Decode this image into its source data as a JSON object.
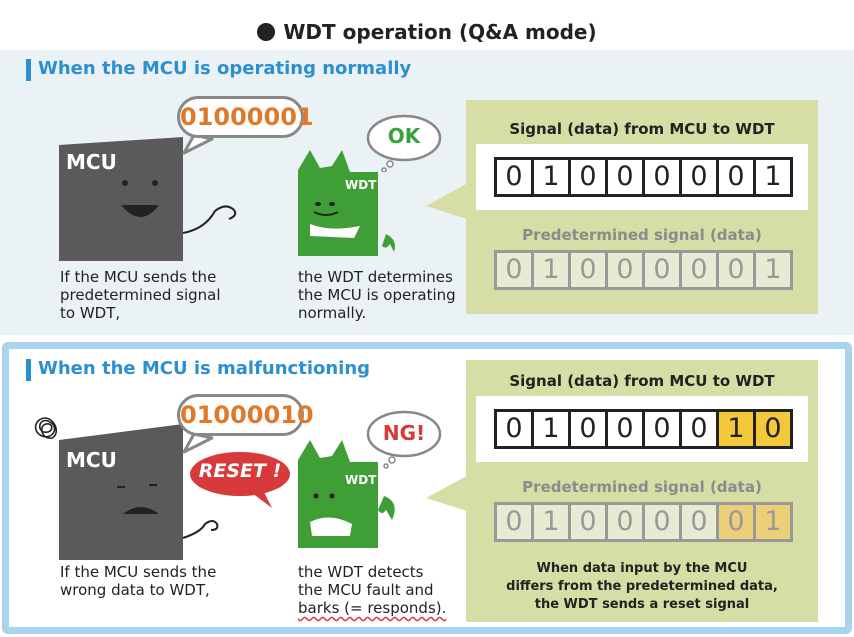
{
  "title": "WDT operation (Q&A mode)",
  "normal": {
    "heading": "When the MCU is operating normally",
    "mcu_label": "MCU",
    "mcu_bubble": "01000001",
    "wdt_label": "WDT",
    "wdt_bubble": "OK",
    "mcu_text": [
      "If the MCU sends the",
      "predetermined signal",
      "to WDT,"
    ],
    "wdt_text": [
      "the WDT determines",
      "the MCU is operating",
      "normally."
    ],
    "signal_title": "Signal (data) from MCU to WDT",
    "signal_digits": [
      "0",
      "1",
      "0",
      "0",
      "0",
      "0",
      "0",
      "1"
    ],
    "predetermined_title": "Predetermined signal (data)",
    "predetermined_digits": [
      "0",
      "1",
      "0",
      "0",
      "0",
      "0",
      "0",
      "1"
    ]
  },
  "malfunction": {
    "heading": "When the MCU is malfunctioning",
    "mcu_label": "MCU",
    "mcu_bubble": "01000010",
    "reset_bubble": "RESET !",
    "wdt_label": "WDT",
    "wdt_bubble": "NG!",
    "mcu_text": [
      "If the MCU sends the",
      "wrong data to WDT,"
    ],
    "wdt_text": [
      "the WDT detects",
      "the MCU fault and",
      "barks (= responds)."
    ],
    "signal_title": "Signal (data) from MCU to WDT",
    "signal_digits": [
      "0",
      "1",
      "0",
      "0",
      "0",
      "0",
      "1",
      "0"
    ],
    "predetermined_title": "Predetermined signal (data)",
    "predetermined_digits": [
      "0",
      "1",
      "0",
      "0",
      "0",
      "0",
      "0",
      "1"
    ],
    "highlight_indices": [
      6,
      7
    ],
    "note": [
      "When data input by the MCU",
      "differs from the predetermined data,",
      "the WDT sends a reset signal"
    ]
  },
  "colors": {
    "accent_blue": "#2c8fd0",
    "mcu_gray": "#5a5a5a",
    "wdt_green": "#3f9e36",
    "number_orange": "#e07a2a",
    "board_green": "#d6dea5",
    "highlight_yellow": "#f3c93c",
    "alert_red": "#d8393a"
  }
}
